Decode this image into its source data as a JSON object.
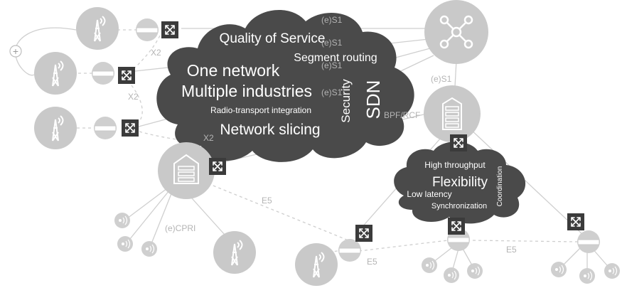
{
  "main_cloud": {
    "texts": [
      "Quality of Service",
      "Segment routing",
      "One network",
      "Multiple industries",
      "Radio-transport integration",
      "Network slicing",
      "Security",
      "SDN"
    ]
  },
  "small_cloud": {
    "texts": [
      "High throughput",
      "Flexibility",
      "Low latency",
      "Synchronization",
      "Coordination"
    ]
  },
  "link_labels": {
    "es1_a": "(e)S1",
    "es1_b": "(e)S1",
    "es1_c": "(e)S1",
    "es1_d": "(e)S1",
    "es1_right": "(e)S1",
    "x2_a": "X2",
    "x2_b": "X2",
    "x2_c": "X2",
    "bpf": "BPF/RCF",
    "e5_a": "E5",
    "e5_b": "E5",
    "e5_c": "E5",
    "ecpri": "(e)CPRI"
  },
  "icons": {
    "plus": "+"
  }
}
